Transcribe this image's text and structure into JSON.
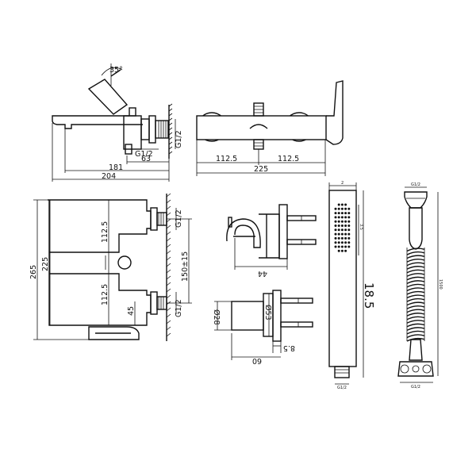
{
  "views": {
    "side": {
      "angle": "35°",
      "g_left": "G1/2",
      "g_right": "G1/2",
      "d63": "63",
      "d181": "181",
      "d204": "204"
    },
    "front": {
      "d_left": "112.5",
      "d_total": "225",
      "d_right": "112.5"
    },
    "top": {
      "d_upper": "112.5",
      "d_mid": "225",
      "d_lower": "112.5",
      "d_total": "265",
      "d45": "45",
      "g_top": "G1/2",
      "g_bottom": "G1/2",
      "spacing": "150±15"
    },
    "holder": {
      "d44": "44"
    },
    "bracket": {
      "d28": "Ø28",
      "d53": "Ø53",
      "d60": "60",
      "d85": "8.5"
    },
    "handshower": {
      "d185": "18.5",
      "top_small": "2",
      "side_small": "3.5",
      "bottom_small": "G1/2"
    },
    "hose": {
      "top": "G1/2",
      "side": "1500",
      "bottom": "G1/2"
    }
  }
}
